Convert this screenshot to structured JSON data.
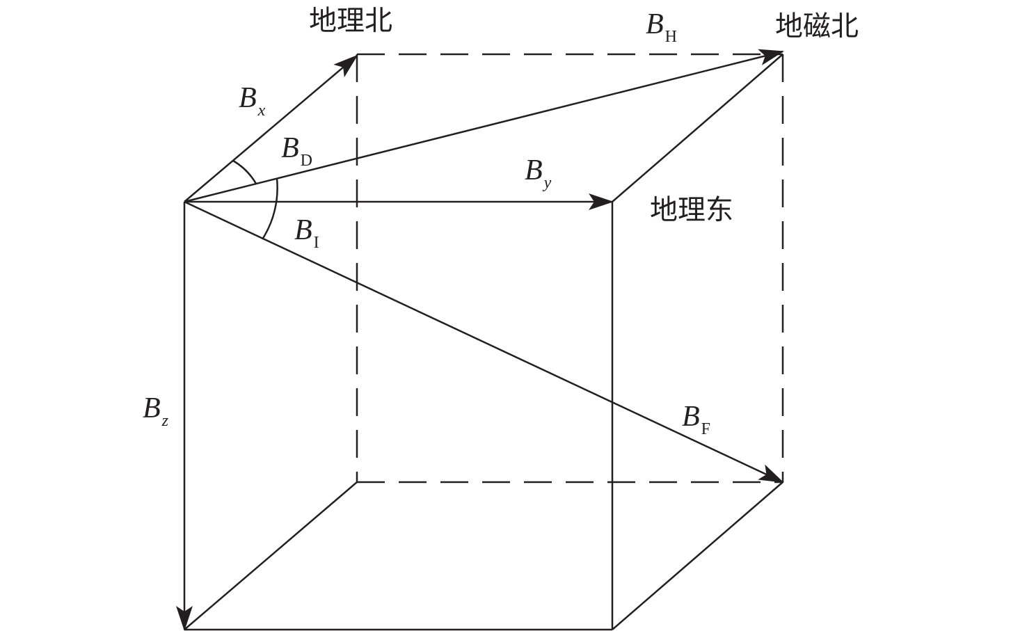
{
  "labels": {
    "geo_north": "地理北",
    "mag_north": "地磁北",
    "geo_east": "地理东",
    "b": "B",
    "bh_sub": "H",
    "bx_sub": "x",
    "bd_sub": "D",
    "by_sub": "y",
    "bi_sub": "I",
    "bz_sub": "z",
    "bf_sub": "F"
  },
  "colors": {
    "line": "#231f20"
  }
}
